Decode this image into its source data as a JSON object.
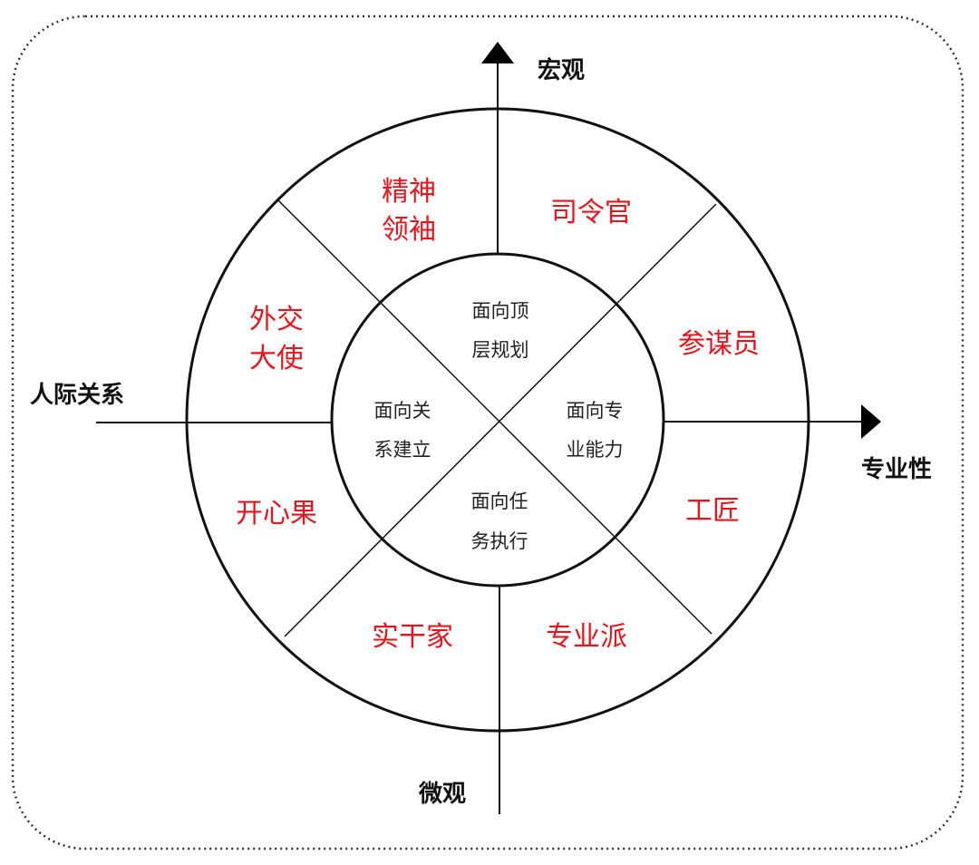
{
  "axes": {
    "top": "宏观",
    "bottom": "微观",
    "left": "人际关系",
    "right": "专业性"
  },
  "inner_quadrants": {
    "top": [
      "面向顶",
      "层规划"
    ],
    "right": [
      "面向专",
      "业能力"
    ],
    "bottom": [
      "面向任",
      "务执行"
    ],
    "left": [
      "面向关",
      "系建立"
    ]
  },
  "roles": {
    "spiritual_leader": [
      "精神",
      "领袖"
    ],
    "commander": [
      "司令官"
    ],
    "staff_officer": [
      "参谋员"
    ],
    "craftsman": [
      "工匠"
    ],
    "professional": [
      "专业派"
    ],
    "doer": [
      "实干家"
    ],
    "joy_bringer": [
      "开心果"
    ],
    "diplomat": [
      "外交",
      "大使"
    ]
  }
}
